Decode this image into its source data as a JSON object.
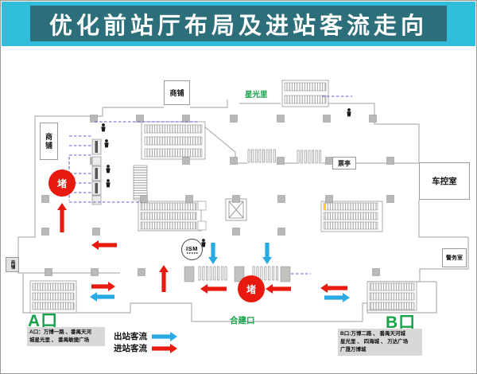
{
  "title": "优化前站厅布局及进站客流走向",
  "colors": {
    "title_bar_bg": "#31bedb",
    "title_box_bg": "#2c6f7a",
    "inbound_red": "#e8190f",
    "outbound_cyan": "#29aae3",
    "exit_green": "#17a349",
    "jam_red": "#e8190f"
  },
  "plan": {
    "labels": {
      "shop_top": "商铺",
      "shop_left": "商铺",
      "shop_bottom": "商铺",
      "starlight": "星光里",
      "ticket_booth": "票亭",
      "control_room": "车控室",
      "police_room": "警务室",
      "ism": "ISM",
      "jam": "堵",
      "exit_a": "A口",
      "exit_b": "B口",
      "joint_entrance": "合建口"
    },
    "exit_a_desc": [
      "A口：万博一路 、番禺天河",
      "城星光里 、 番禺敏捷广场"
    ],
    "exit_b_desc": [
      "B口:万博二路 、 番禺天河城",
      "星光里 、 四海城 、 万达广场",
      "广晟万博城"
    ],
    "legend": [
      {
        "label": "出站客流",
        "color": "#29aae3"
      },
      {
        "label": "进站客流",
        "color": "#e8190f"
      }
    ]
  }
}
